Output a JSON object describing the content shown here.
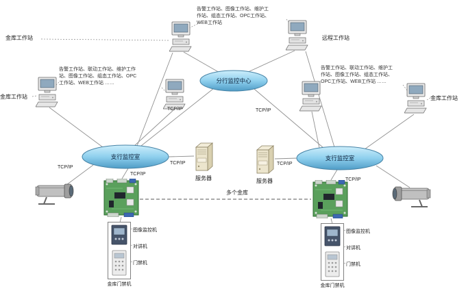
{
  "diagram": {
    "clouds": {
      "center": "分行监控中心",
      "left": "支行监控室",
      "right": "支行监控室"
    },
    "workstation_labels": {
      "top_left": "金库工作站",
      "top_right": "远程工作站",
      "far_left": "金库工作站",
      "far_right": "金库工作站"
    },
    "annotations": {
      "top": {
        "line1": "告警工作站、图像工作站、维护工",
        "line2": "作站、组态工作站、OPC工作站、",
        "line3": "WEB工作站"
      },
      "left": {
        "line1": "告警工作站、联动工作站、维护工作",
        "line2": "站、图像工作站、组态工作站、OPC",
        "line3": "工作站、WEB工作站 ……"
      },
      "right": {
        "line1": "告警工作站、联动工作站、维护工",
        "line2": "作站、图像工作站、组态工作站、",
        "line3": "OPC工作站、WEB工作站 ……"
      }
    },
    "servers": {
      "left": "服务器",
      "right": "服务器"
    },
    "network_labels": {
      "tcpip": "TCP/IP",
      "multi_vault": "多个金库"
    },
    "door_units": {
      "left": {
        "label1": "图像监控机",
        "label2": "对讲机",
        "label3": "门禁机",
        "caption": "金库门禁机"
      },
      "right": {
        "label1": "图像监控机",
        "label2": "对讲机",
        "label3": "门禁机",
        "caption": "金库门禁机"
      }
    },
    "colors": {
      "cloud_fill": "#8fd0ee",
      "cloud_stroke": "#4683a6",
      "pcb_green": "#5aa05c",
      "line": "#909090"
    }
  }
}
